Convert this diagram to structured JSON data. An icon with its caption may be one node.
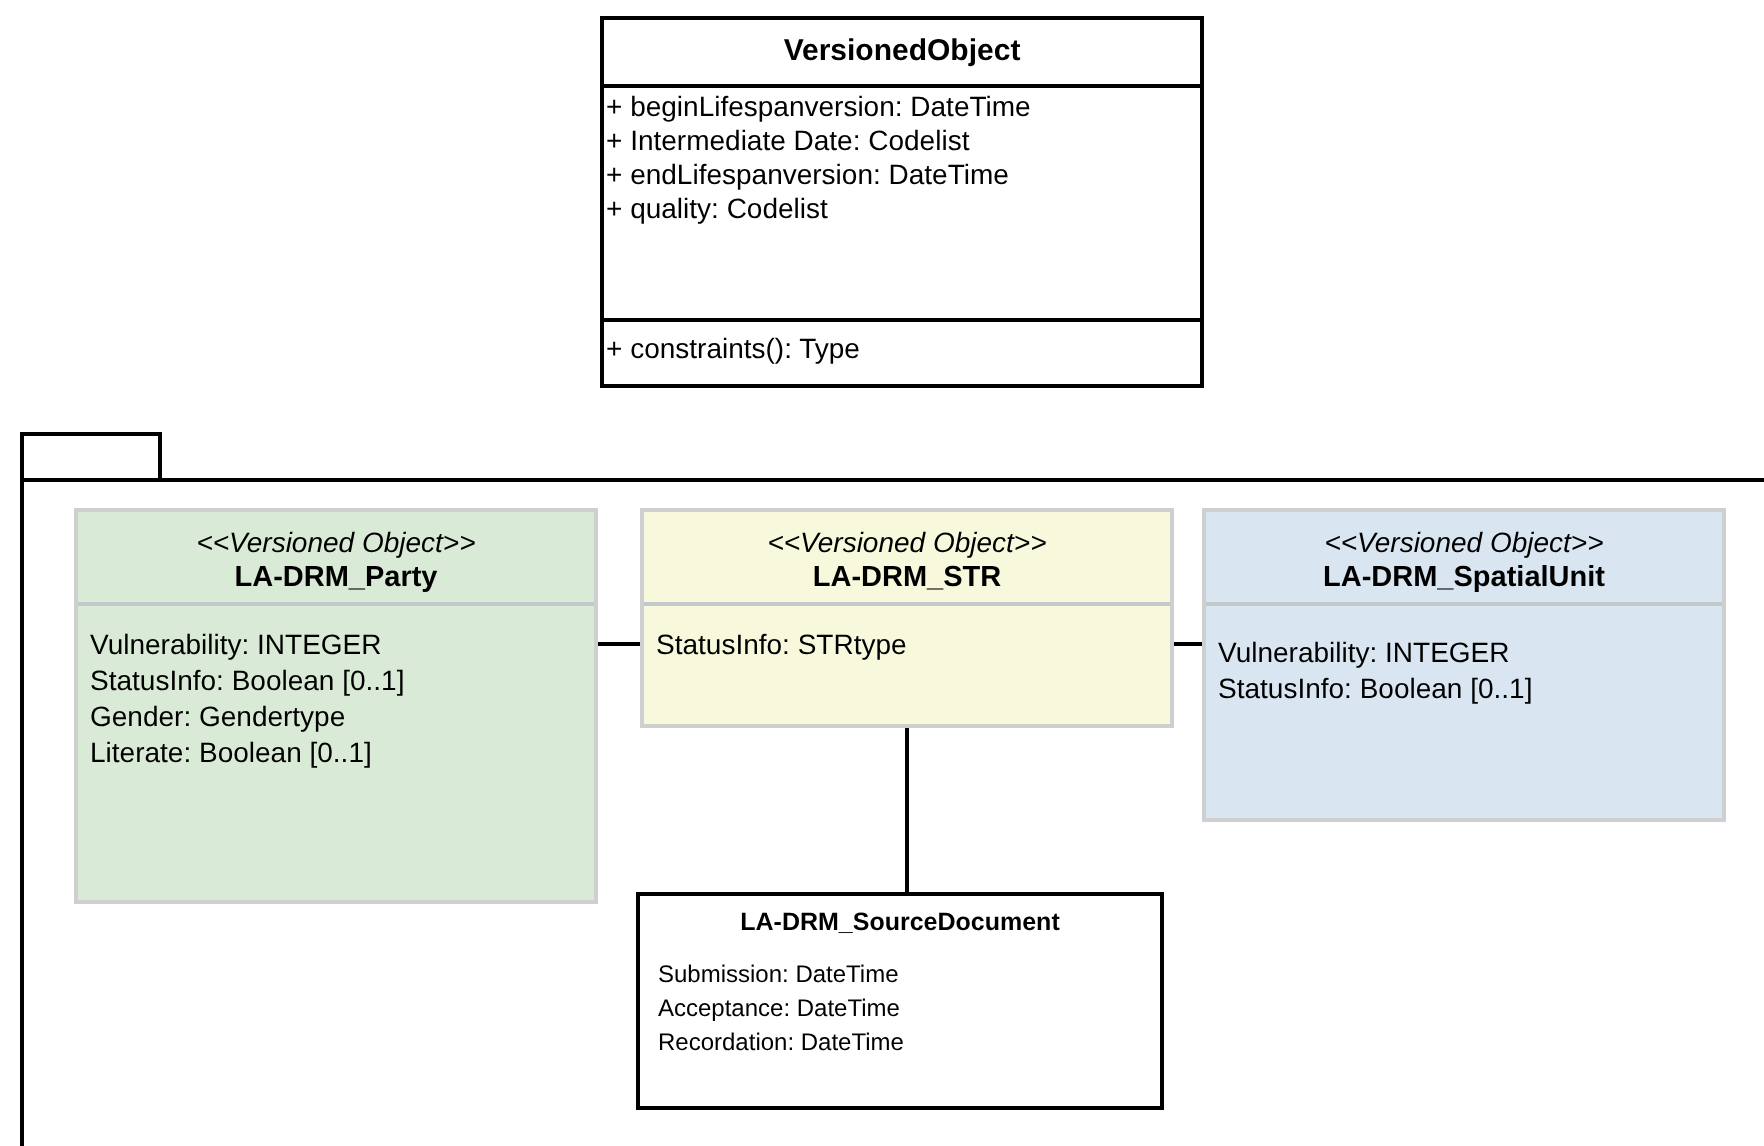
{
  "diagram": {
    "nodes": [
      {
        "text": [
          "VersionedObject",
          "+ beginLifespanversion: DateTime",
          "+ Intermediate Date: Codelist",
          "+ endLifespanversion: DateTime",
          "+ quality: Codelist",
          "+ constraints(): Type"
        ]
      },
      {
        "text": [],
        "shape": "box"
      },
      {
        "text": [
          "<<Versioned Object>>",
          "LA-DRM_Party",
          "Vulnerability: INTEGER",
          "StatusInfo: Boolean [0..1]",
          "Gender: Gendertype",
          "Literate: Boolean [0..1]"
        ],
        "in": 1
      },
      {
        "text": [
          "<<Versioned Object>>",
          "LA-DRM_STR",
          "StatusInfo: STRtype"
        ],
        "in": 1
      },
      {
        "text": [
          "<<Versioned Object>>",
          "LA-DRM_SpatialUnit",
          "Vulnerability: INTEGER",
          "StatusInfo: Boolean [0..1]"
        ],
        "in": 1
      },
      {
        "text": [
          "LA-DRM_SourceDocument",
          "Submission: DateTime",
          "Acceptance: DateTime",
          "Recordation: DateTime"
        ],
        "in": 1
      }
    ],
    "edges": [
      {
        "from": 2,
        "to": 3,
        "arrow": "none"
      },
      {
        "from": 3,
        "to": 4,
        "arrow": "none"
      },
      {
        "from": 3,
        "to": 5,
        "arrow": "none"
      }
    ]
  }
}
